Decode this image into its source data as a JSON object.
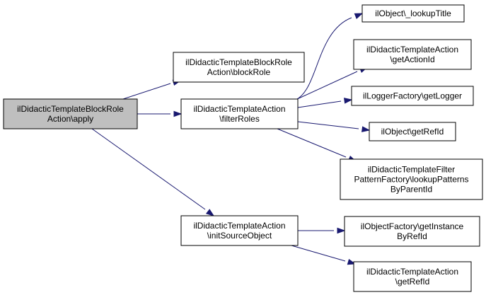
{
  "colors": {
    "node_fill": "#ffffff",
    "root_fill": "#bfbfbf",
    "border": "#000000",
    "edge": "#191970"
  },
  "nodes": [
    {
      "id": "apply",
      "lines": [
        "ilDidacticTemplateBlockRole",
        "Action\\apply"
      ],
      "root": true
    },
    {
      "id": "blockRole",
      "lines": [
        "ilDidacticTemplateBlockRole",
        "Action\\blockRole"
      ]
    },
    {
      "id": "filterRoles",
      "lines": [
        "ilDidacticTemplateAction",
        "\\filterRoles"
      ]
    },
    {
      "id": "initSourceObject",
      "lines": [
        "ilDidacticTemplateAction",
        "\\initSourceObject"
      ]
    },
    {
      "id": "lookupTitle",
      "lines": [
        "ilObject\\_lookupTitle"
      ]
    },
    {
      "id": "getActionId",
      "lines": [
        "ilDidacticTemplateAction",
        "\\getActionId"
      ]
    },
    {
      "id": "getLogger",
      "lines": [
        "ilLoggerFactory\\getLogger"
      ]
    },
    {
      "id": "getRefIdObj",
      "lines": [
        "ilObject\\getRefId"
      ]
    },
    {
      "id": "lookupPatterns",
      "lines": [
        "ilDidacticTemplateFilter",
        "PatternFactory\\lookupPatterns",
        "ByParentId"
      ]
    },
    {
      "id": "getInstance",
      "lines": [
        "ilObjectFactory\\getInstance",
        "ByRefId"
      ]
    },
    {
      "id": "getRefIdAction",
      "lines": [
        "ilDidacticTemplateAction",
        "\\getRefId"
      ]
    }
  ],
  "edges": [
    {
      "from": "apply",
      "to": "blockRole"
    },
    {
      "from": "apply",
      "to": "filterRoles"
    },
    {
      "from": "apply",
      "to": "initSourceObject"
    },
    {
      "from": "filterRoles",
      "to": "lookupTitle"
    },
    {
      "from": "filterRoles",
      "to": "getActionId"
    },
    {
      "from": "filterRoles",
      "to": "getLogger"
    },
    {
      "from": "filterRoles",
      "to": "getRefIdObj"
    },
    {
      "from": "filterRoles",
      "to": "lookupPatterns"
    },
    {
      "from": "initSourceObject",
      "to": "getInstance"
    },
    {
      "from": "initSourceObject",
      "to": "getRefIdAction"
    }
  ]
}
